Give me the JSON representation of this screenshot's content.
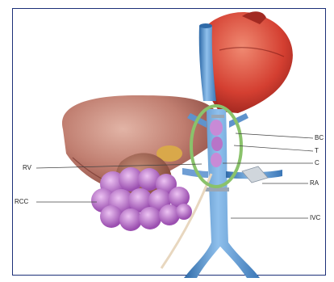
{
  "labels": {
    "bc": "BC",
    "t": "T",
    "rv": "RV",
    "c": "C",
    "ra": "RA",
    "rcc": "RCC",
    "ivc": "IVC"
  },
  "colors": {
    "frame_border": "#1c2f78",
    "liver": "#b56a5e",
    "heart": "#d94a3a",
    "vein": "#4f86c6",
    "tumor": "#b773c6",
    "highlight_ring": "#8ac26b"
  }
}
